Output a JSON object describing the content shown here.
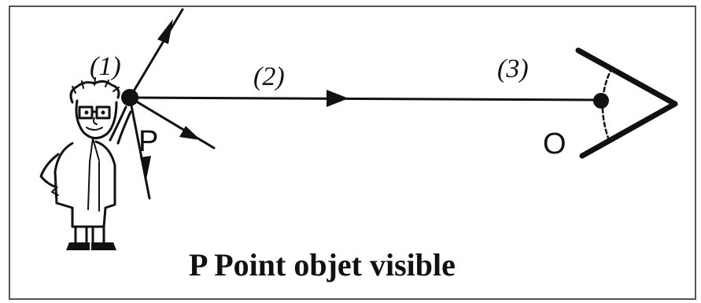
{
  "labels": {
    "ray_start": "(1)",
    "ray_middle": "(2)",
    "ray_end": "(3)",
    "point": "P",
    "observer": "O"
  },
  "caption": "P Point objet visible"
}
